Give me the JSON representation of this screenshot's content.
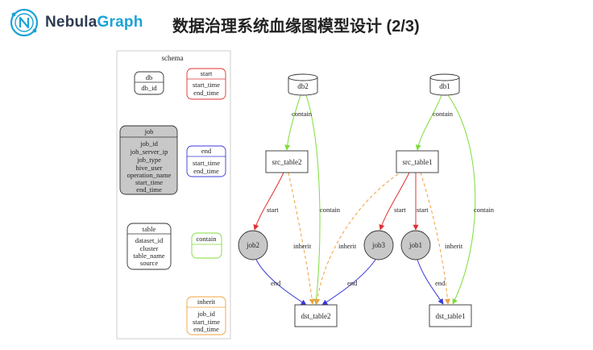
{
  "header": {
    "logo": {
      "brand_name": "Nebula",
      "brand_accent": "Graph"
    },
    "title": "数据治理系统血缘图模型设计 (2/3)"
  },
  "colors": {
    "start": "#e03030",
    "end": "#3838d8",
    "contain": "#7ddc3a",
    "inherit": "#f0a040",
    "node_fill_gray": "#c8c8c8",
    "logo": "#1ba3d6"
  },
  "schema": {
    "title": "schema",
    "db": {
      "name": "db",
      "props": [
        "db_id"
      ]
    },
    "start": {
      "name": "start",
      "props": [
        "start_time",
        "end_time"
      ]
    },
    "job": {
      "name": "job",
      "props": [
        "job_id",
        "job_server_ip",
        "job_type",
        "hive_user",
        "operation_name",
        "start_time",
        "end_time"
      ]
    },
    "end": {
      "name": "end",
      "props": [
        "start_time",
        "end_time"
      ]
    },
    "table": {
      "name": "table",
      "props": [
        "dataset_id",
        "cluster",
        "table_name",
        "source"
      ]
    },
    "contain": {
      "name": "contain",
      "props": []
    },
    "inherit": {
      "name": "inherit",
      "props": [
        "job_id",
        "start_time",
        "end_time"
      ]
    }
  },
  "graph": {
    "nodes": {
      "db2": "db2",
      "db1": "db1",
      "src_table2": "src_table2",
      "src_table1": "src_table1",
      "job2": "job2",
      "job3": "job3",
      "job1": "job1",
      "dst_table2": "dst_table2",
      "dst_table1": "dst_table1"
    },
    "edges": {
      "db2_src2": "contain",
      "db2_dst2": "contain",
      "db1_src1": "contain",
      "db1_dst1": "contain",
      "src2_job2": "start",
      "src1_job3": "start",
      "src1_job1": "start",
      "src2_dst2": "inherit",
      "src1_dst2": "inherit",
      "src1_dst1": "inherit",
      "job2_dst2": "end",
      "job3_dst2": "end",
      "job1_dst1": "end"
    }
  }
}
